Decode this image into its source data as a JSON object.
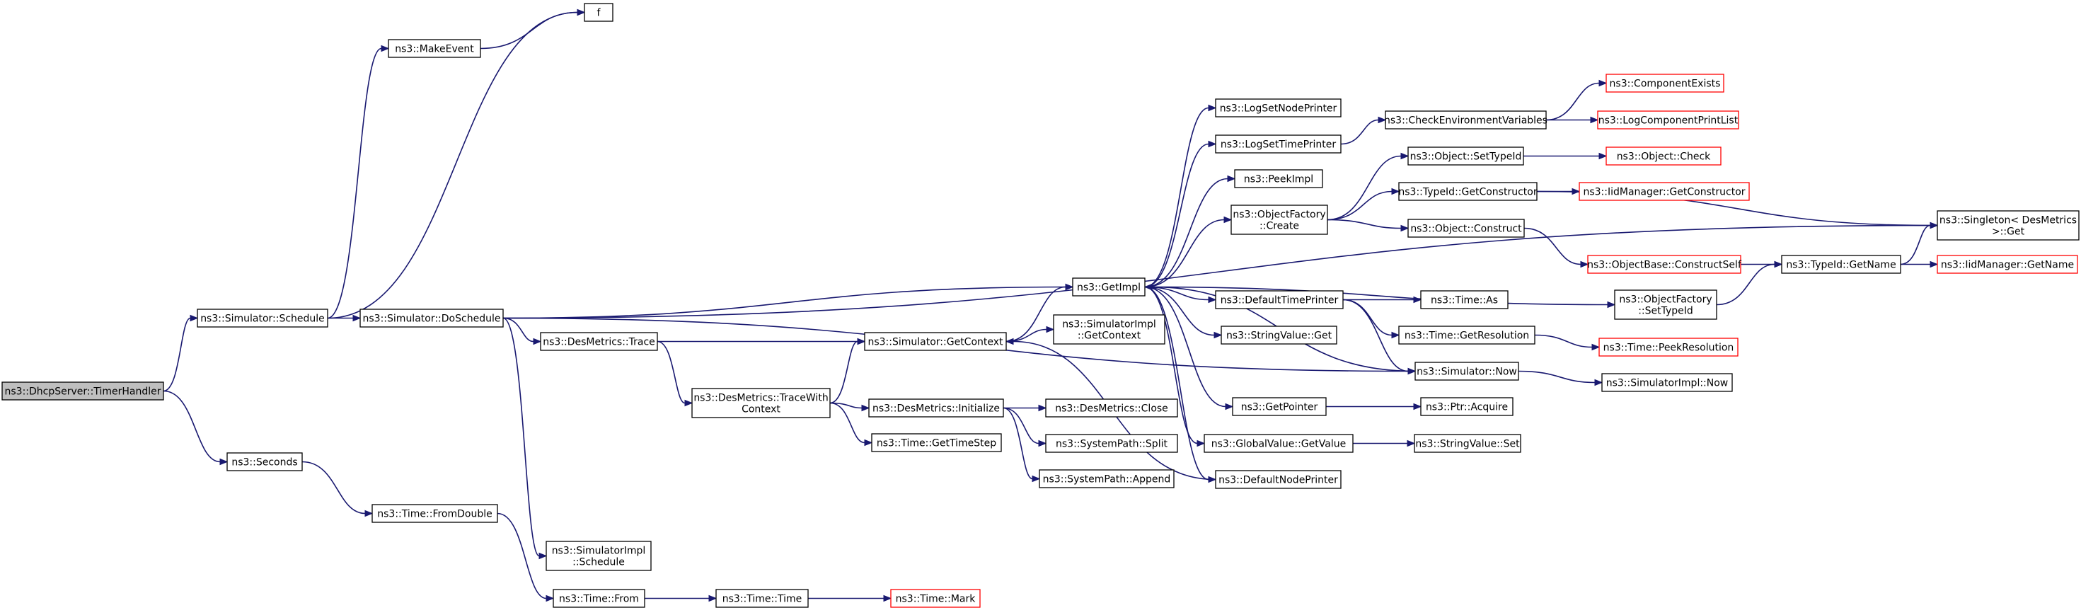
{
  "colors": {
    "edge": "#191970",
    "node_border": "#000000",
    "truncated_node_border": "#ff0000",
    "root_fill": "#bfbfbf",
    "node_fill": "#ffffff"
  },
  "nodes": {
    "timerhandler": {
      "lines": [
        "ns3::DhcpServer::TimerHandler"
      ],
      "style": "root"
    },
    "schedule": {
      "lines": [
        "ns3::Simulator::Schedule"
      ],
      "style": "normal"
    },
    "seconds": {
      "lines": [
        "ns3::Seconds"
      ],
      "style": "normal"
    },
    "makeevent": {
      "lines": [
        "ns3::MakeEvent"
      ],
      "style": "normal"
    },
    "f": {
      "lines": [
        "f"
      ],
      "style": "normal"
    },
    "doschedule": {
      "lines": [
        "ns3::Simulator::DoSchedule"
      ],
      "style": "normal"
    },
    "fromdouble": {
      "lines": [
        "ns3::Time::FromDouble"
      ],
      "style": "normal"
    },
    "destrace": {
      "lines": [
        "ns3::DesMetrics::Trace"
      ],
      "style": "normal"
    },
    "simimplschedule": {
      "lines": [
        "ns3::SimulatorImpl",
        "::Schedule"
      ],
      "style": "normal"
    },
    "timefrom": {
      "lines": [
        "ns3::Time::From"
      ],
      "style": "normal"
    },
    "tracewithcontext": {
      "lines": [
        "ns3::DesMetrics::TraceWith",
        "Context"
      ],
      "style": "normal"
    },
    "getcontext": {
      "lines": [
        "ns3::Simulator::GetContext"
      ],
      "style": "normal"
    },
    "desinit": {
      "lines": [
        "ns3::DesMetrics::Initialize"
      ],
      "style": "normal"
    },
    "gettimestep": {
      "lines": [
        "ns3::Time::GetTimeStep"
      ],
      "style": "normal"
    },
    "timetime": {
      "lines": [
        "ns3::Time::Time"
      ],
      "style": "normal"
    },
    "timemark": {
      "lines": [
        "ns3::Time::Mark"
      ],
      "style": "red"
    },
    "getimpl": {
      "lines": [
        "ns3::GetImpl"
      ],
      "style": "normal"
    },
    "simimplgetcontext": {
      "lines": [
        "ns3::SimulatorImpl",
        "::GetContext"
      ],
      "style": "normal"
    },
    "desclose": {
      "lines": [
        "ns3::DesMetrics::Close"
      ],
      "style": "normal"
    },
    "split": {
      "lines": [
        "ns3::SystemPath::Split"
      ],
      "style": "normal"
    },
    "append": {
      "lines": [
        "ns3::SystemPath::Append"
      ],
      "style": "normal"
    },
    "logsetnodeprinter": {
      "lines": [
        "ns3::LogSetNodePrinter"
      ],
      "style": "normal"
    },
    "logsettimeprinter": {
      "lines": [
        "ns3::LogSetTimePrinter"
      ],
      "style": "normal"
    },
    "peekimpl": {
      "lines": [
        "ns3::PeekImpl"
      ],
      "style": "normal"
    },
    "objfactorycreate": {
      "lines": [
        "ns3::ObjectFactory",
        "::Create"
      ],
      "style": "normal"
    },
    "defaulttimeprinter": {
      "lines": [
        "ns3::DefaultTimePrinter"
      ],
      "style": "normal"
    },
    "stringvalueget": {
      "lines": [
        "ns3::StringValue::Get"
      ],
      "style": "normal"
    },
    "getpointer": {
      "lines": [
        "ns3::GetPointer"
      ],
      "style": "normal"
    },
    "globalvalueget": {
      "lines": [
        "ns3::GlobalValue::GetValue"
      ],
      "style": "normal"
    },
    "defaultnodeprinter": {
      "lines": [
        "ns3::DefaultNodePrinter"
      ],
      "style": "normal"
    },
    "checkenv": {
      "lines": [
        "ns3::CheckEnvironmentVariables"
      ],
      "style": "normal"
    },
    "settypeid": {
      "lines": [
        "ns3::Object::SetTypeId"
      ],
      "style": "normal"
    },
    "getconstructor": {
      "lines": [
        "ns3::TypeId::GetConstructor"
      ],
      "style": "normal"
    },
    "objconstruct": {
      "lines": [
        "ns3::Object::Construct"
      ],
      "style": "normal"
    },
    "timeas": {
      "lines": [
        "ns3::Time::As"
      ],
      "style": "normal"
    },
    "getresolution": {
      "lines": [
        "ns3::Time::GetResolution"
      ],
      "style": "normal"
    },
    "simnow": {
      "lines": [
        "ns3::Simulator::Now"
      ],
      "style": "normal"
    },
    "ptracquire": {
      "lines": [
        "ns3::Ptr::Acquire"
      ],
      "style": "normal"
    },
    "stringvalueset": {
      "lines": [
        "ns3::StringValue::Set"
      ],
      "style": "normal"
    },
    "objfactsettypeid": {
      "lines": [
        "ns3::ObjectFactory",
        "::SetTypeId"
      ],
      "style": "normal"
    },
    "componentexists": {
      "lines": [
        "ns3::ComponentExists"
      ],
      "style": "red"
    },
    "logcompprintlist": {
      "lines": [
        "ns3::LogComponentPrintList"
      ],
      "style": "red"
    },
    "objcheck": {
      "lines": [
        "ns3::Object::Check"
      ],
      "style": "red"
    },
    "iidgetconstructor": {
      "lines": [
        "ns3::IidManager::GetConstructor"
      ],
      "style": "red"
    },
    "constructself": {
      "lines": [
        "ns3::ObjectBase::ConstructSelf"
      ],
      "style": "red"
    },
    "peekresolution": {
      "lines": [
        "ns3::Time::PeekResolution"
      ],
      "style": "red"
    },
    "simimplnow": {
      "lines": [
        "ns3::SimulatorImpl::Now"
      ],
      "style": "normal"
    },
    "typeidgetname": {
      "lines": [
        "ns3::TypeId::GetName"
      ],
      "style": "normal"
    },
    "singletonget": {
      "lines": [
        "ns3::Singleton< DesMetrics",
        " >::Get"
      ],
      "style": "normal"
    },
    "iidgetname": {
      "lines": [
        "ns3::IidManager::GetName"
      ],
      "style": "red"
    }
  },
  "edges": [
    [
      "timerhandler",
      "schedule"
    ],
    [
      "timerhandler",
      "seconds"
    ],
    [
      "schedule",
      "makeevent"
    ],
    [
      "schedule",
      "f"
    ],
    [
      "schedule",
      "doschedule"
    ],
    [
      "makeevent",
      "f"
    ],
    [
      "seconds",
      "fromdouble"
    ],
    [
      "fromdouble",
      "timefrom"
    ],
    [
      "timefrom",
      "timetime"
    ],
    [
      "timetime",
      "timemark"
    ],
    [
      "doschedule",
      "singletonget"
    ],
    [
      "doschedule",
      "getimpl"
    ],
    [
      "doschedule",
      "destrace"
    ],
    [
      "doschedule",
      "simnow"
    ],
    [
      "doschedule",
      "simimplschedule"
    ],
    [
      "destrace",
      "getcontext"
    ],
    [
      "destrace",
      "tracewithcontext"
    ],
    [
      "tracewithcontext",
      "getcontext"
    ],
    [
      "tracewithcontext",
      "desinit"
    ],
    [
      "tracewithcontext",
      "gettimestep"
    ],
    [
      "getcontext",
      "getimpl"
    ],
    [
      "getcontext",
      "simimplgetcontext"
    ],
    [
      "desinit",
      "desclose"
    ],
    [
      "desinit",
      "split"
    ],
    [
      "desinit",
      "append"
    ],
    [
      "getimpl",
      "logsetnodeprinter"
    ],
    [
      "getimpl",
      "logsettimeprinter"
    ],
    [
      "getimpl",
      "peekimpl"
    ],
    [
      "getimpl",
      "objfactorycreate"
    ],
    [
      "getimpl",
      "defaulttimeprinter"
    ],
    [
      "getimpl",
      "objfactsettypeid"
    ],
    [
      "getimpl",
      "stringvalueget"
    ],
    [
      "getimpl",
      "getpointer"
    ],
    [
      "getimpl",
      "globalvalueget"
    ],
    [
      "getimpl",
      "defaultnodeprinter"
    ],
    [
      "logsettimeprinter",
      "checkenv"
    ],
    [
      "checkenv",
      "componentexists"
    ],
    [
      "checkenv",
      "logcompprintlist"
    ],
    [
      "objfactorycreate",
      "settypeid"
    ],
    [
      "objfactorycreate",
      "getconstructor"
    ],
    [
      "objfactorycreate",
      "objconstruct"
    ],
    [
      "settypeid",
      "objcheck"
    ],
    [
      "getconstructor",
      "iidgetconstructor"
    ],
    [
      "getconstructor",
      "singletonget"
    ],
    [
      "objconstruct",
      "constructself"
    ],
    [
      "constructself",
      "typeidgetname"
    ],
    [
      "typeidgetname",
      "iidgetname"
    ],
    [
      "typeidgetname",
      "singletonget"
    ],
    [
      "objfactsettypeid",
      "typeidgetname"
    ],
    [
      "defaulttimeprinter",
      "timeas"
    ],
    [
      "defaulttimeprinter",
      "getresolution"
    ],
    [
      "defaulttimeprinter",
      "simnow"
    ],
    [
      "getresolution",
      "peekresolution"
    ],
    [
      "simnow",
      "simimplnow"
    ],
    [
      "simnow",
      "getimpl"
    ],
    [
      "getpointer",
      "ptracquire"
    ],
    [
      "globalvalueget",
      "stringvalueset"
    ],
    [
      "defaultnodeprinter",
      "getcontext"
    ]
  ]
}
